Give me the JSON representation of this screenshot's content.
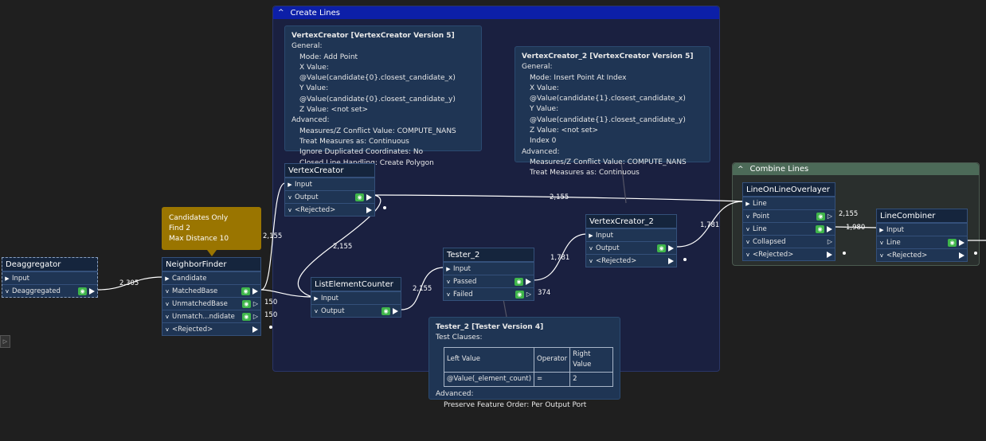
{
  "bookmarks": {
    "create_lines": "Create Lines",
    "combine_lines": "Combine Lines"
  },
  "annotations": {
    "vertex_creator": {
      "title": "VertexCreator [VertexCreator Version 5]",
      "general": "General:",
      "mode": "Mode: Add Point",
      "x": "X Value: @Value(candidate{0}.closest_candidate_x)",
      "y": "Y Value: @Value(candidate{0}.closest_candidate_y)",
      "z": "Z Value: <not set>",
      "advanced": "Advanced:",
      "measures": "Measures/Z Conflict Value: COMPUTE_NANS",
      "treat": "Treat Measures as: Continuous",
      "ignore": "Ignore Duplicated Coordinates: No",
      "closed": "Closed Line Handling: Create Polygon"
    },
    "vertex_creator_2": {
      "title": "VertexCreator_2 [VertexCreator Version 5]",
      "general": "General:",
      "mode": "Mode: Insert Point At Index",
      "x": "X Value: @Value(candidate{1}.closest_candidate_x)",
      "y": "Y Value: @Value(candidate{1}.closest_candidate_y)",
      "z": "Z Value: <not set>",
      "index": "Index 0",
      "advanced": "Advanced:",
      "measures": "Measures/Z Conflict Value: COMPUTE_NANS",
      "treat": "Treat Measures as: Continuous"
    },
    "tester_2": {
      "title": "Tester_2 [Tester Version 4]",
      "clauses": "Test Clauses:",
      "headers": [
        "Left Value",
        "Operator",
        "Right Value"
      ],
      "row": [
        "@Value(_element_count)",
        "=",
        "2"
      ],
      "advanced": "Advanced:",
      "preserve": "Preserve Feature Order: Per Output Port"
    },
    "neighbor_note": {
      "line1": "Candidates Only",
      "line2": "Find 2",
      "line3": "Max Distance 10"
    }
  },
  "transformers": {
    "deaggregator": {
      "name": "Deaggregator",
      "ports": [
        "Input",
        "Deaggregated"
      ]
    },
    "neighbor_finder": {
      "name": "NeighborFinder",
      "ports": [
        "Candidate",
        "MatchedBase",
        "UnmatchedBase",
        "Unmatch...ndidate",
        "<Rejected>"
      ]
    },
    "vertex_creator": {
      "name": "VertexCreator",
      "ports": [
        "Input",
        "Output",
        "<Rejected>"
      ]
    },
    "list_element_counter": {
      "name": "ListElementCounter",
      "ports": [
        "Input",
        "Output"
      ]
    },
    "tester_2": {
      "name": "Tester_2",
      "ports": [
        "Input",
        "Passed",
        "Failed"
      ]
    },
    "vertex_creator_2": {
      "name": "VertexCreator_2",
      "ports": [
        "Input",
        "Output",
        "<Rejected>"
      ]
    },
    "line_on_line_overlayer": {
      "name": "LineOnLineOverlayer",
      "ports": [
        "Line",
        "Point",
        "Line",
        "Collapsed",
        "<Rejected>"
      ]
    },
    "line_combiner": {
      "name": "LineCombiner",
      "ports": [
        "Input",
        "Line",
        "<Rejected>"
      ]
    }
  },
  "counts": {
    "deagg_out": "2,305",
    "matched_base": "2,155",
    "unmatched_base": "150",
    "unmatched_candidate": "150",
    "vc_to_lec": "2,155",
    "vc_to_vc2": "2,155",
    "lec_out": "2,155",
    "tester_passed": "1,781",
    "tester_failed": "374",
    "vc2_out": "1,781",
    "overlay_point": "2,155",
    "overlay_line": "1,980"
  },
  "colors": {
    "canvas": "#1f1f1f",
    "create_bookmark": "#0c1fa8",
    "combine_bookmark": "#4c6a58",
    "transformer_body": "#1f3554",
    "inspect_green": "#3fb54a",
    "note_yellow": "#9a7500"
  }
}
